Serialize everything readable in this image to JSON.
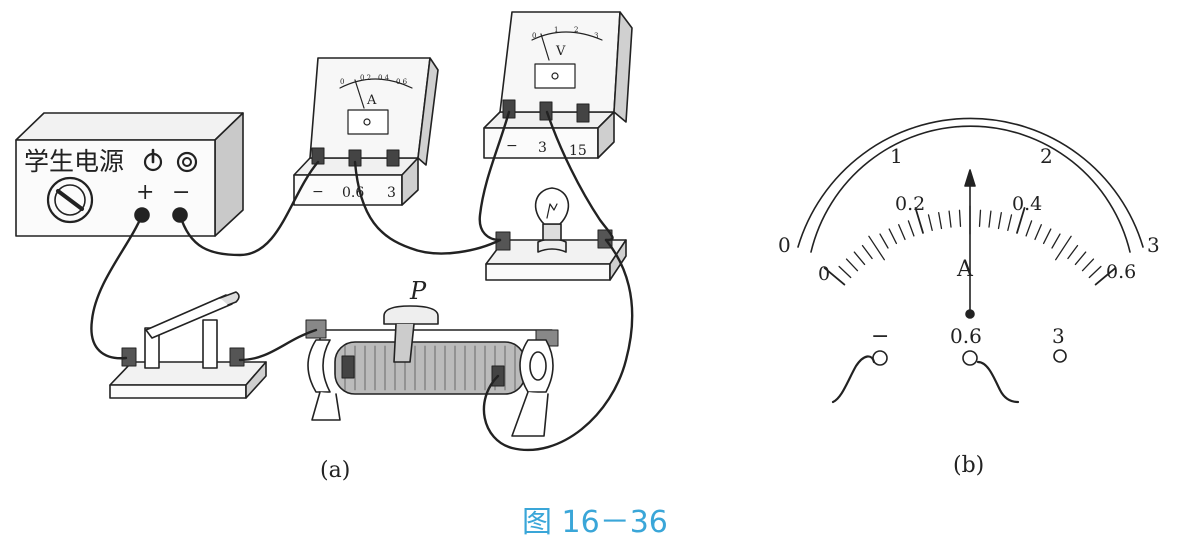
{
  "figure_caption": "图 16－36",
  "caption_color": "#3aa6d8",
  "panel_a": {
    "label": "(a)",
    "power_supply": {
      "title": "学生电源",
      "plus": "+",
      "minus": "−"
    },
    "ammeter": {
      "unit": "A",
      "terminals": [
        "−",
        "0.6",
        "3"
      ],
      "scale": [
        "0",
        "0.2",
        "0.4",
        "0.6"
      ]
    },
    "voltmeter": {
      "unit": "V",
      "terminals": [
        "−",
        "3",
        "15"
      ],
      "scale": [
        "0",
        "1",
        "2",
        "3"
      ]
    },
    "rheostat": {
      "slider_label": "P"
    }
  },
  "panel_b": {
    "label": "(b)",
    "unit": "A",
    "outer_scale": [
      "0",
      "1",
      "2",
      "3"
    ],
    "inner_scale": [
      "0",
      "0.2",
      "0.4",
      "0.6"
    ],
    "terminals": [
      "−",
      "0.6",
      "3"
    ],
    "pointer_reading": 0.3
  }
}
